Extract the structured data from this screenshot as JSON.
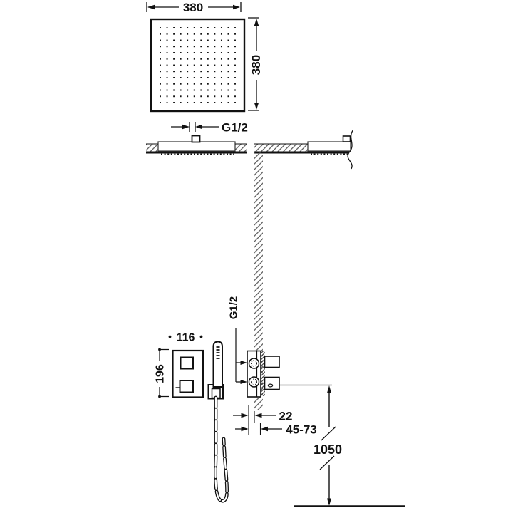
{
  "diagram": {
    "title": "Shower system installation drawing",
    "dimensions": {
      "head_width": "380",
      "head_height": "380",
      "head_thread": "G1/2",
      "valve_thread": "G1/2",
      "trim_width": "116",
      "trim_height": "196",
      "valve_projection": "22",
      "install_depth_range": "45-73",
      "valve_floor_height": "1050"
    },
    "plan_view": {
      "nozzle_grid": {
        "cols": 12,
        "rows": 13
      }
    },
    "colors": {
      "line": "#111111",
      "hatch": "#555555",
      "background": "#ffffff"
    }
  }
}
